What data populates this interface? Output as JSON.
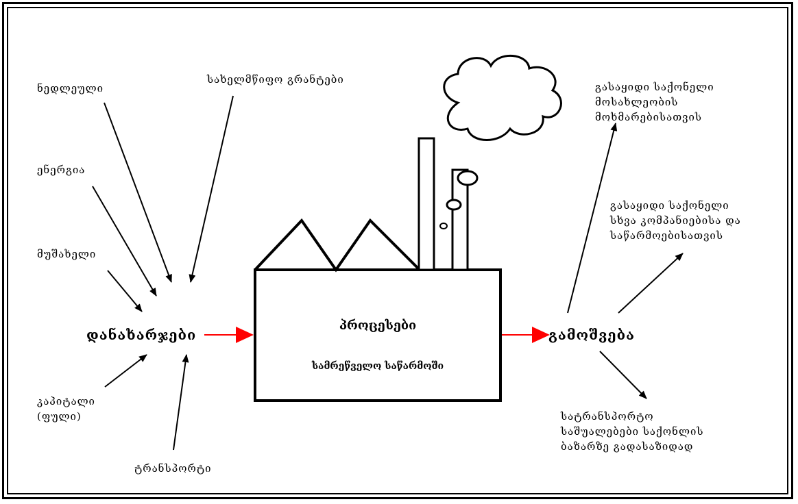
{
  "inputs": {
    "raw_materials": "ნედლეული",
    "state_grants": "სახელმწიფო გრანტები",
    "energy": "ენერგია",
    "labor": "მუშახელი",
    "capital": "კაპიტალი\n(ფული)",
    "transport": "ტრანსპორტი"
  },
  "costs_label": "დანახარჯები",
  "factory": {
    "title": "პროცესები",
    "subtitle": "სამრეწველო საწარმოში"
  },
  "output_label": "გამოშვება",
  "outputs": {
    "consumer_goods": "გასაყიდი საქონელი\nმოსახლეობის\nმოხმარებისათვის",
    "business_goods": "გასაყიდი საქონელი\nსხვა კომპანიებისა და\nსაწარმოებისათვის",
    "transport_means": "სატრანსპორტო\nსაშუალებები საქონლის\nბაზარზე გადასაზიდად"
  },
  "colors": {
    "line": "#000000",
    "flow_arrow": "#ff0000",
    "background": "#ffffff"
  }
}
